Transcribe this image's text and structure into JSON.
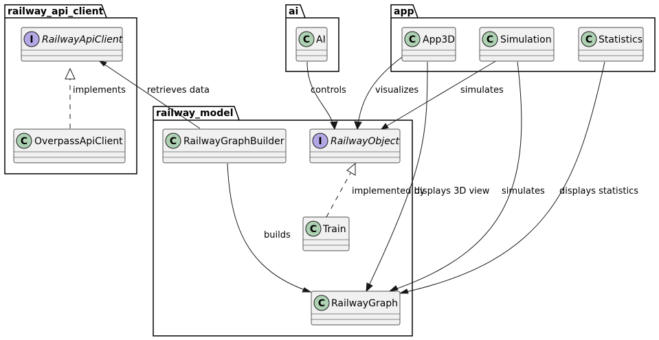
{
  "packages": {
    "railway_api_client": "railway_api_client",
    "ai": "ai",
    "app": "app",
    "railway_model": "railway_model"
  },
  "classes": {
    "railway_api_client": {
      "name": "RailwayApiClient",
      "kind": "interface"
    },
    "overpass_api_client": {
      "name": "OverpassApiClient",
      "kind": "class"
    },
    "ai": {
      "name": "AI",
      "kind": "class"
    },
    "app3d": {
      "name": "App3D",
      "kind": "class"
    },
    "simulation": {
      "name": "Simulation",
      "kind": "class"
    },
    "statistics": {
      "name": "Statistics",
      "kind": "class"
    },
    "railway_graph_builder": {
      "name": "RailwayGraphBuilder",
      "kind": "class"
    },
    "railway_object": {
      "name": "RailwayObject",
      "kind": "interface"
    },
    "train": {
      "name": "Train",
      "kind": "class"
    },
    "railway_graph": {
      "name": "RailwayGraph",
      "kind": "class"
    }
  },
  "badges": {
    "class": "C",
    "interface": "I"
  },
  "relations": {
    "implements": "implements",
    "retrieves_data": "retrieves data",
    "controls": "controls",
    "visualizes": "visualizes",
    "simulates_object": "simulates",
    "implemented_by": "implemented by",
    "displays_3d_view": "displays 3D view",
    "simulates_graph": "simulates",
    "displays_statistics": "displays statistics",
    "builds": "builds"
  },
  "colors": {
    "class_badge": "#add1b2",
    "interface_badge": "#b4a7e5",
    "class_fill": "#f1f1f1",
    "line": "#181818"
  }
}
